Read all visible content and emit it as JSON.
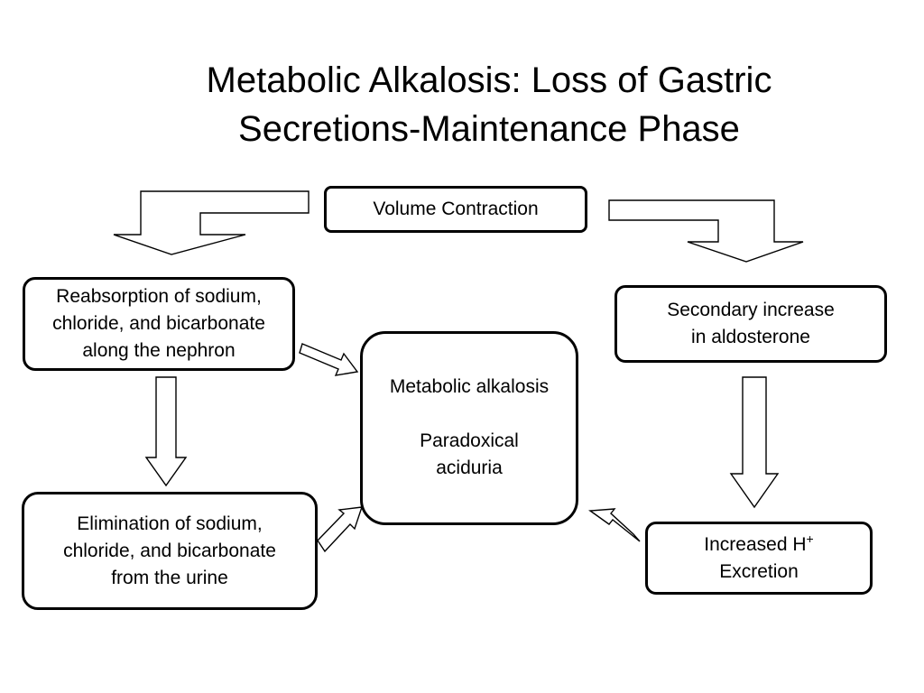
{
  "title": {
    "line1": "Metabolic Alkalosis: Loss of Gastric",
    "line2": "Secretions-Maintenance Phase"
  },
  "nodes": {
    "volume_contraction": "Volume Contraction",
    "reabsorption": {
      "line1": "Reabsorption of sodium,",
      "line2": "chloride, and bicarbonate",
      "line3": "along the nephron"
    },
    "aldosterone": {
      "line1": "Secondary increase",
      "line2": "in aldosterone"
    },
    "center": {
      "line1": "Metabolic alkalosis",
      "line2": "Paradoxical",
      "line3": "aciduria"
    },
    "elimination": {
      "line1": "Elimination of sodium,",
      "line2": "chloride, and bicarbonate",
      "line3": "from the urine"
    },
    "h_excretion": {
      "line1": "Increased H",
      "superscript": "+",
      "line2": "Excretion"
    }
  },
  "edges": [
    {
      "from": "volume_contraction",
      "to": "reabsorption"
    },
    {
      "from": "volume_contraction",
      "to": "aldosterone"
    },
    {
      "from": "reabsorption",
      "to": "center"
    },
    {
      "from": "reabsorption",
      "to": "elimination"
    },
    {
      "from": "elimination",
      "to": "center"
    },
    {
      "from": "aldosterone",
      "to": "h_excretion"
    },
    {
      "from": "h_excretion",
      "to": "center"
    }
  ]
}
